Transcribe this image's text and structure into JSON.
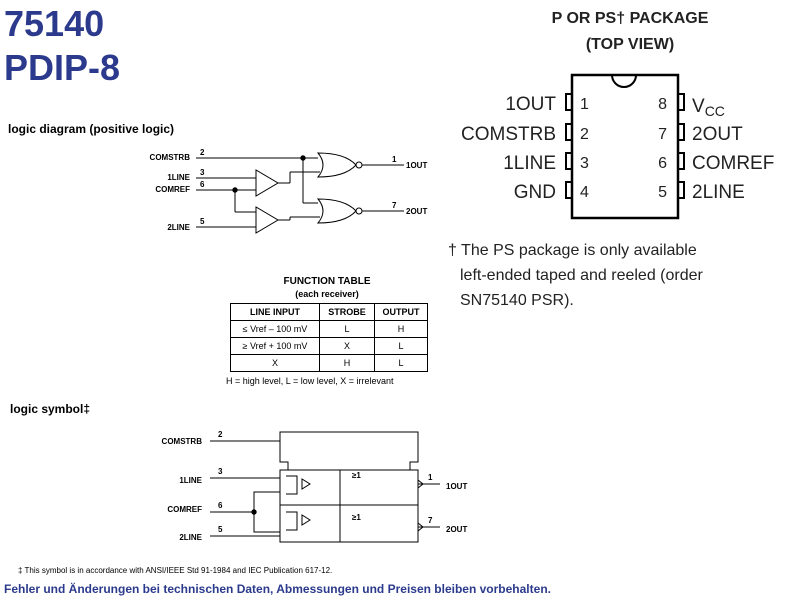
{
  "header": {
    "part_number": "75140",
    "package_type": "PDIP-8"
  },
  "package": {
    "title_line1": "P OR PS† PACKAGE",
    "title_line2": "(TOP VIEW)",
    "left_pins": [
      {
        "name": "1OUT",
        "num": "1"
      },
      {
        "name": "COMSTRB",
        "num": "2"
      },
      {
        "name": "1LINE",
        "num": "3"
      },
      {
        "name": "GND",
        "num": "4"
      }
    ],
    "right_pins": [
      {
        "num": "8",
        "name": "VCC"
      },
      {
        "num": "7",
        "name": "2OUT"
      },
      {
        "num": "6",
        "name": "COMREF"
      },
      {
        "num": "5",
        "name": "2LINE"
      }
    ],
    "note_line1": "† The PS package is only available",
    "note_line2": "left-ended taped and reeled (order",
    "note_line3": "SN75140 PSR)."
  },
  "logic_diagram": {
    "title": "logic diagram (positive logic)",
    "signals": {
      "comstrb": "COMSTRB",
      "line1": "1LINE",
      "comref": "COMREF",
      "line2": "2LINE",
      "out1": "1OUT",
      "out2": "2OUT"
    },
    "pins": {
      "comstrb": "2",
      "line1": "3",
      "comref": "6",
      "line2": "5",
      "out1": "1",
      "out2": "7"
    }
  },
  "function_table": {
    "title": "FUNCTION TABLE",
    "subtitle": "(each receiver)",
    "headers": [
      "LINE INPUT",
      "STROBE",
      "OUTPUT"
    ],
    "rows": [
      [
        "≤ Vref – 100 mV",
        "L",
        "H"
      ],
      [
        "≥ Vref + 100 mV",
        "X",
        "L"
      ],
      [
        "X",
        "H",
        "L"
      ]
    ],
    "legend": "H = high level, L = low level, X = irrelevant"
  },
  "logic_symbol": {
    "title": "logic symbol‡",
    "signals": {
      "comstrb": "COMSTRB",
      "line1": "1LINE",
      "comref": "COMREF",
      "line2": "2LINE",
      "out1": "1OUT",
      "out2": "2OUT"
    },
    "pins": {
      "comstrb": "2",
      "line1": "3",
      "comref": "6",
      "line2": "5",
      "out1": "1",
      "out2": "7"
    },
    "gate_label": "≥1"
  },
  "footer": {
    "footnote": "‡ This symbol is in accordance with ANSI/IEEE Std 91-1984 and IEC Publication 617-12.",
    "disclaimer": "Fehler und Änderungen bei technischen Daten, Abmessungen und Preisen bleiben vorbehalten."
  }
}
